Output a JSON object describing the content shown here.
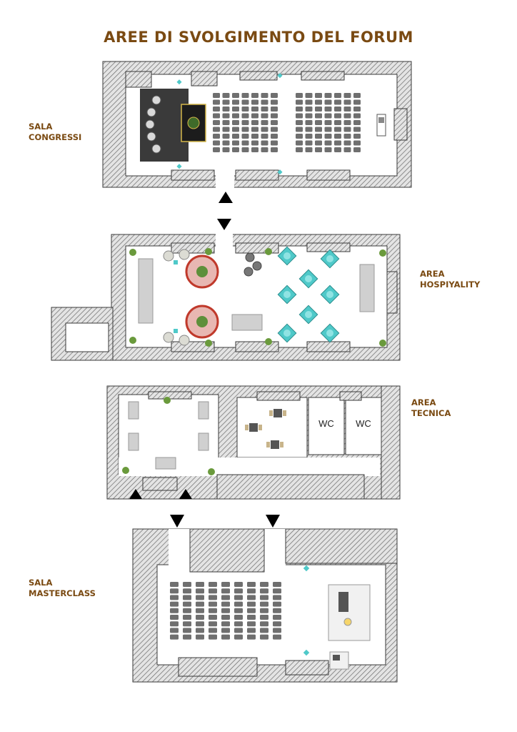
{
  "title": "AREE DI SVOLGIMENTO DEL FORUM",
  "colors": {
    "accent": "#7a4a12",
    "wall_fill": "#d9d9d9",
    "wall_stroke": "#3a3a3a",
    "chair": "#6f6f6f",
    "stage": "#3a3a3a",
    "teal": "#4fc9c9",
    "carpet_red": "#c0392b",
    "plant": "#6a9a3c",
    "arrow": "#000000"
  },
  "areas": {
    "sala_congressi": {
      "line1": "SALA",
      "line2": "CONGRESSI"
    },
    "area_hospitality": {
      "line1": "AREA",
      "line2": "HOSPIYALITY"
    },
    "area_tecnica": {
      "line1": "AREA",
      "line2": "TECNICA"
    },
    "sala_masterclass": {
      "line1": "SALA",
      "line2": "MASTERCLASS"
    }
  },
  "rooms": {
    "wc_left": "WC",
    "wc_right": "WC"
  },
  "icons": {
    "flow_arrow": "triangle-arrow-icon",
    "plant": "plant-icon",
    "chair": "chair-icon",
    "table": "table-icon",
    "carpet": "carpet-icon"
  }
}
